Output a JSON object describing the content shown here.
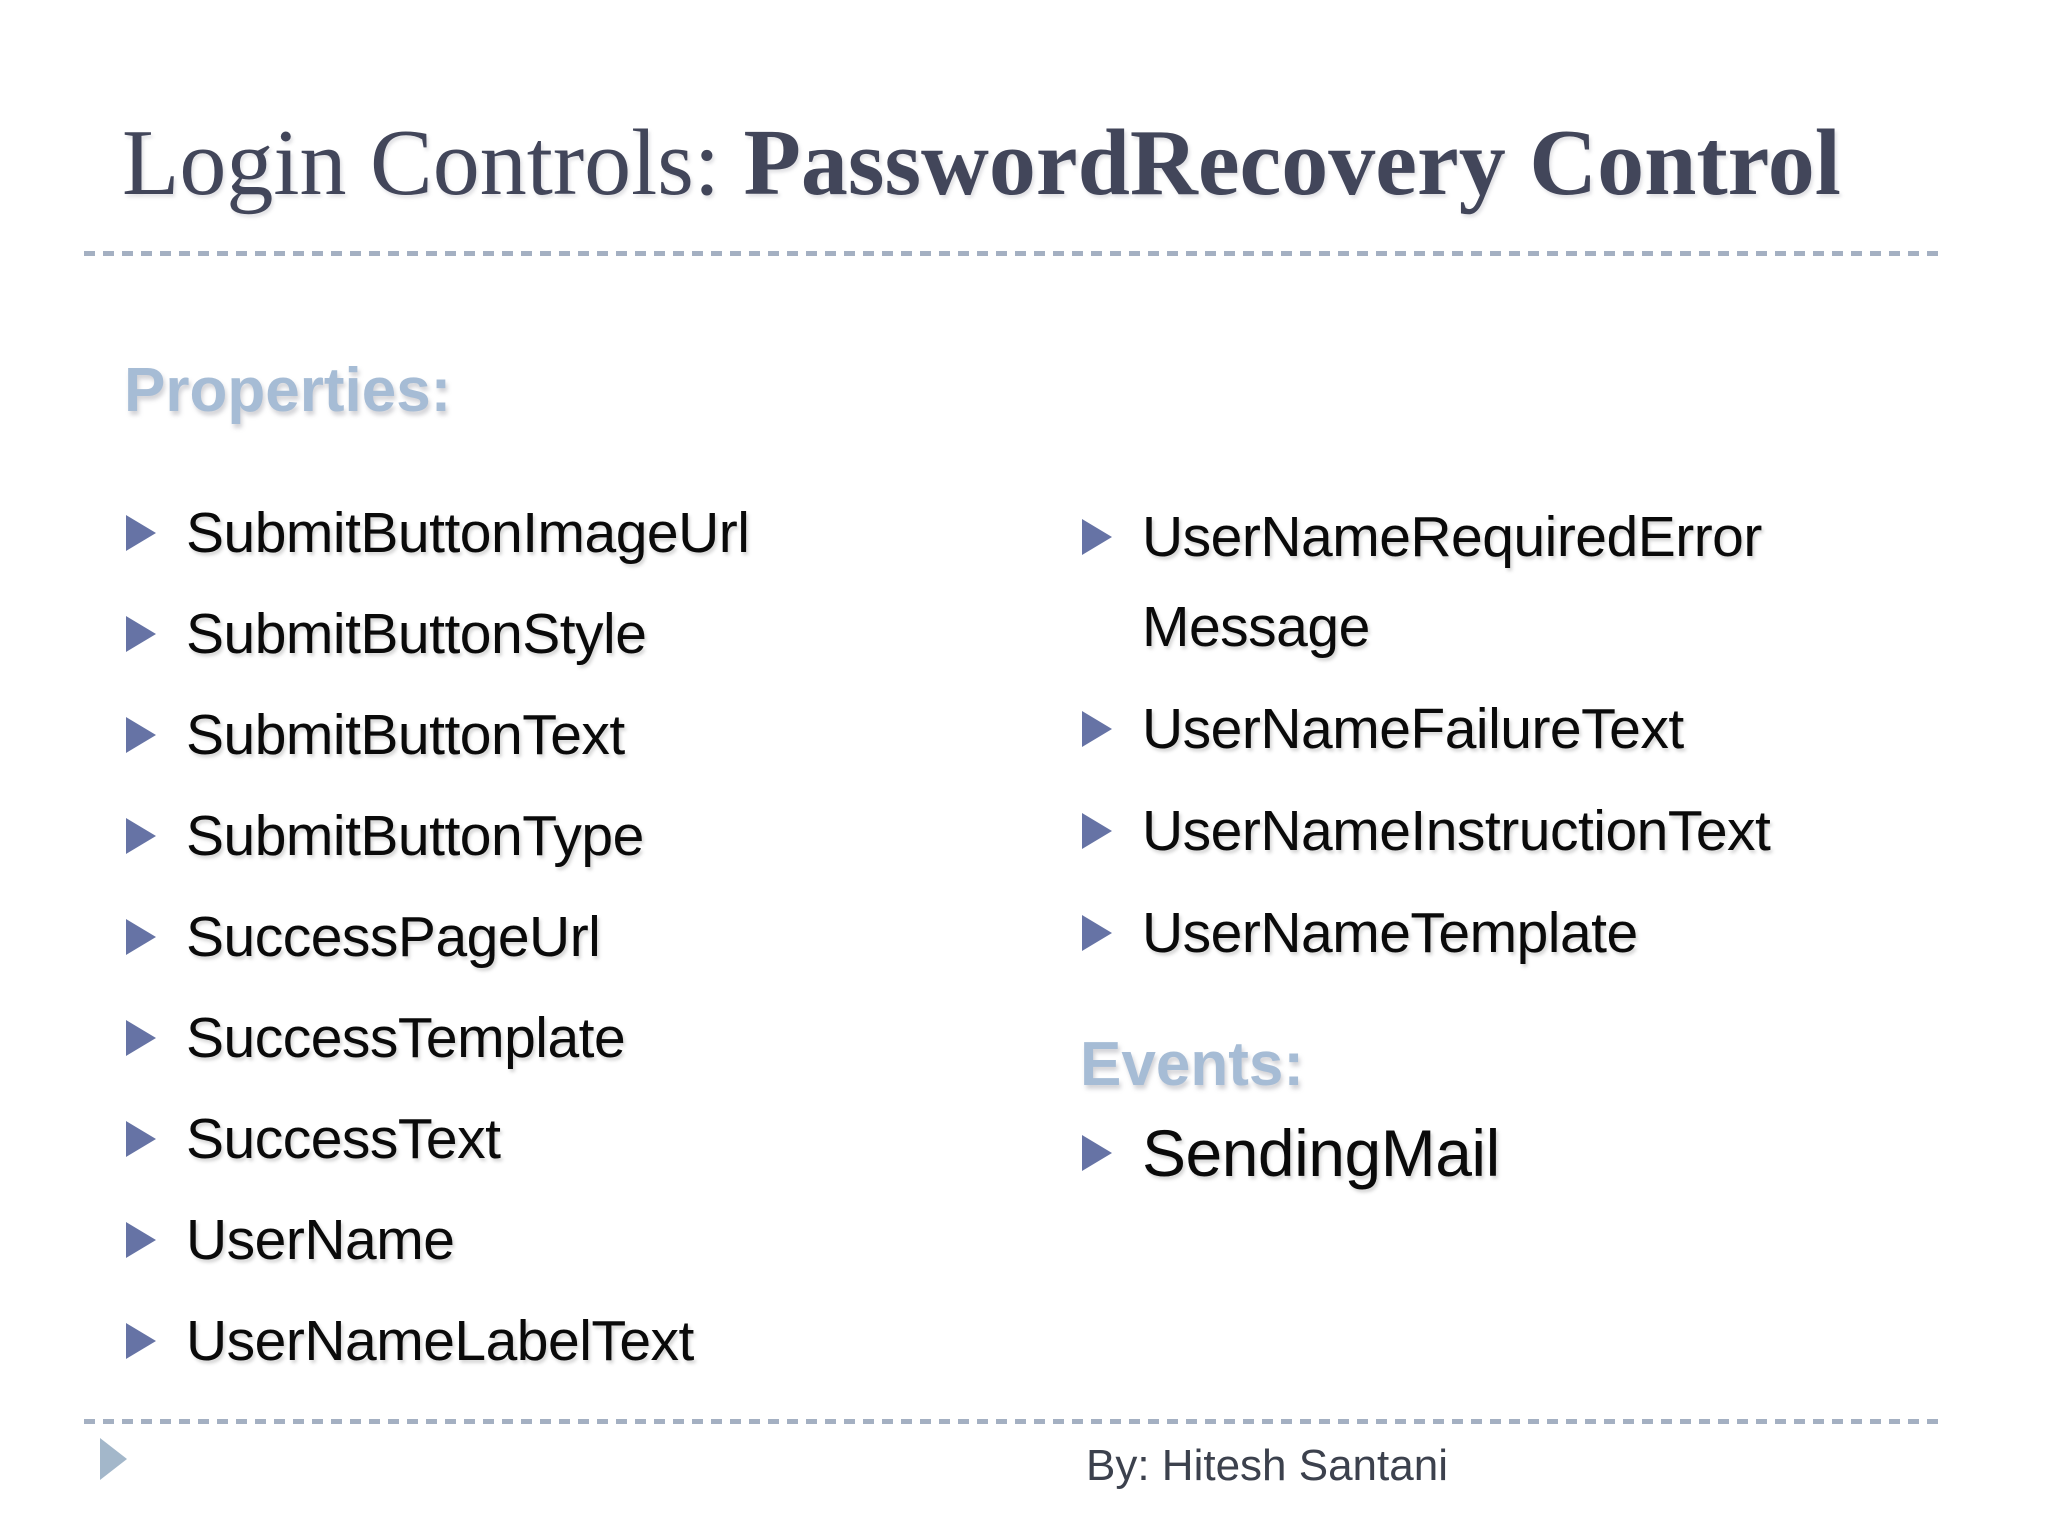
{
  "title": {
    "regular": "Login Controls: ",
    "emphasis": "PasswordRecovery Control"
  },
  "properties": {
    "heading": "Properties:",
    "left_items": [
      "SubmitButtonImageUrl",
      "SubmitButtonStyle",
      "SubmitButtonText",
      "SubmitButtonType",
      "SuccessPageUrl",
      "SuccessTemplate",
      "SuccessText",
      "UserName",
      "UserNameLabelText"
    ],
    "right_items": [
      "UserNameRequiredError\nMessage",
      "UserNameFailureText",
      "UserNameInstructionText",
      "UserNameTemplate"
    ]
  },
  "events": {
    "heading": "Events:",
    "items": [
      "SendingMail"
    ]
  },
  "footer": {
    "credit": "By: Hitesh Santani"
  },
  "colors": {
    "background": "#ffffff",
    "title_text": "#42465a",
    "section_heading": "#a6bcd5",
    "bullet_triangle": "#6673a5",
    "dashed_divider": "#a4b0c2",
    "body_text": "#0a0a0a",
    "footer_text": "#3c414d",
    "footer_triangle": "#a3b7ca"
  }
}
